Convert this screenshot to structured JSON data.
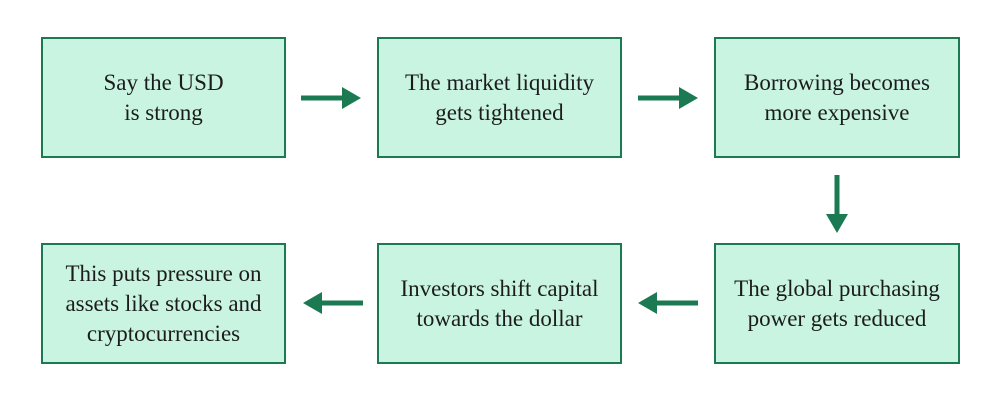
{
  "colors": {
    "box_fill": "#c8f4e1",
    "box_border": "#1b7a52",
    "arrow": "#1b7a52",
    "text": "#1c1c1c"
  },
  "steps": [
    {
      "text": "Say the USD\nis strong"
    },
    {
      "text": "The market liquidity\ngets tightened"
    },
    {
      "text": "Borrowing becomes\nmore expensive"
    },
    {
      "text": "The global purchasing\npower gets reduced"
    },
    {
      "text": "Investors shift capital\ntowards the dollar"
    },
    {
      "text": "This puts pressure on\nassets like stocks and\ncryptocurrencies"
    }
  ]
}
